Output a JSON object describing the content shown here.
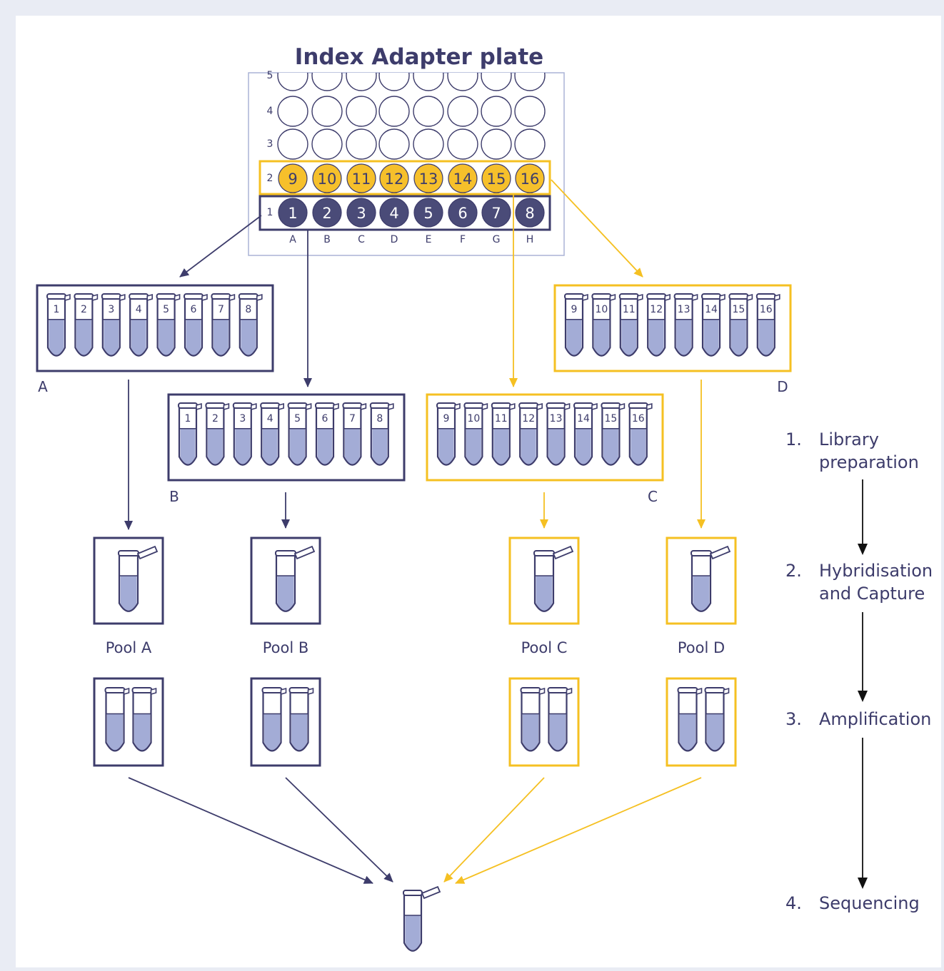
{
  "title": "Index Adapter plate",
  "colors": {
    "navy": "#3d3c6b",
    "navy_fill": "#4a4b78",
    "yellow": "#f5c022",
    "yellow_fill": "#f6c02b",
    "liquid": "#a3acd6",
    "plate_border": "#aab3d6"
  },
  "plate": {
    "columns": [
      "A",
      "B",
      "C",
      "D",
      "E",
      "F",
      "G",
      "H"
    ],
    "rows": [
      "5",
      "4",
      "3",
      "2",
      "1"
    ],
    "row1_wells": [
      "1",
      "2",
      "3",
      "4",
      "5",
      "6",
      "7",
      "8"
    ],
    "row2_wells": [
      "9",
      "10",
      "11",
      "12",
      "13",
      "14",
      "15",
      "16"
    ]
  },
  "strips": {
    "A": {
      "label": "A",
      "tubes": [
        "1",
        "2",
        "3",
        "4",
        "5",
        "6",
        "7",
        "8"
      ]
    },
    "B": {
      "label": "B",
      "tubes": [
        "1",
        "2",
        "3",
        "4",
        "5",
        "6",
        "7",
        "8"
      ]
    },
    "C": {
      "label": "C",
      "tubes": [
        "9",
        "10",
        "11",
        "12",
        "13",
        "14",
        "15",
        "16"
      ]
    },
    "D": {
      "label": "D",
      "tubes": [
        "9",
        "10",
        "11",
        "12",
        "13",
        "14",
        "15",
        "16"
      ]
    }
  },
  "pools": [
    "Pool A",
    "Pool B",
    "Pool C",
    "Pool D"
  ],
  "steps": [
    {
      "num": "1.",
      "label": "Library preparation"
    },
    {
      "num": "2.",
      "label": "Hybridisation and Capture"
    },
    {
      "num": "3.",
      "label": "Amplification"
    },
    {
      "num": "4.",
      "label": "Sequencing"
    }
  ]
}
